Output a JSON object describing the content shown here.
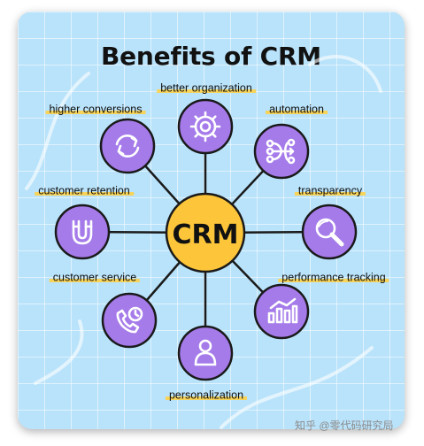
{
  "title": "Benefits of CRM",
  "center": "CRM",
  "benefits": [
    {
      "label": "better organization",
      "icon": "gear-icon"
    },
    {
      "label": "automation",
      "icon": "automation-flow-icon"
    },
    {
      "label": "transparency",
      "icon": "magnifier-icon"
    },
    {
      "label": "performance tracking",
      "icon": "bar-chart-icon"
    },
    {
      "label": "personalization",
      "icon": "person-icon"
    },
    {
      "label": "customer service",
      "icon": "phone-clock-icon"
    },
    {
      "label": "customer retention",
      "icon": "magnet-icon"
    },
    {
      "label": "higher conversions",
      "icon": "refresh-arrows-icon"
    }
  ],
  "watermark": "知乎 @零代码研究局",
  "colors": {
    "background": "#b9e3fb",
    "center_fill": "#fdc63a",
    "node_fill": "#a57bea",
    "highlight": "#f7d35a",
    "outline": "#1a1a1a"
  }
}
